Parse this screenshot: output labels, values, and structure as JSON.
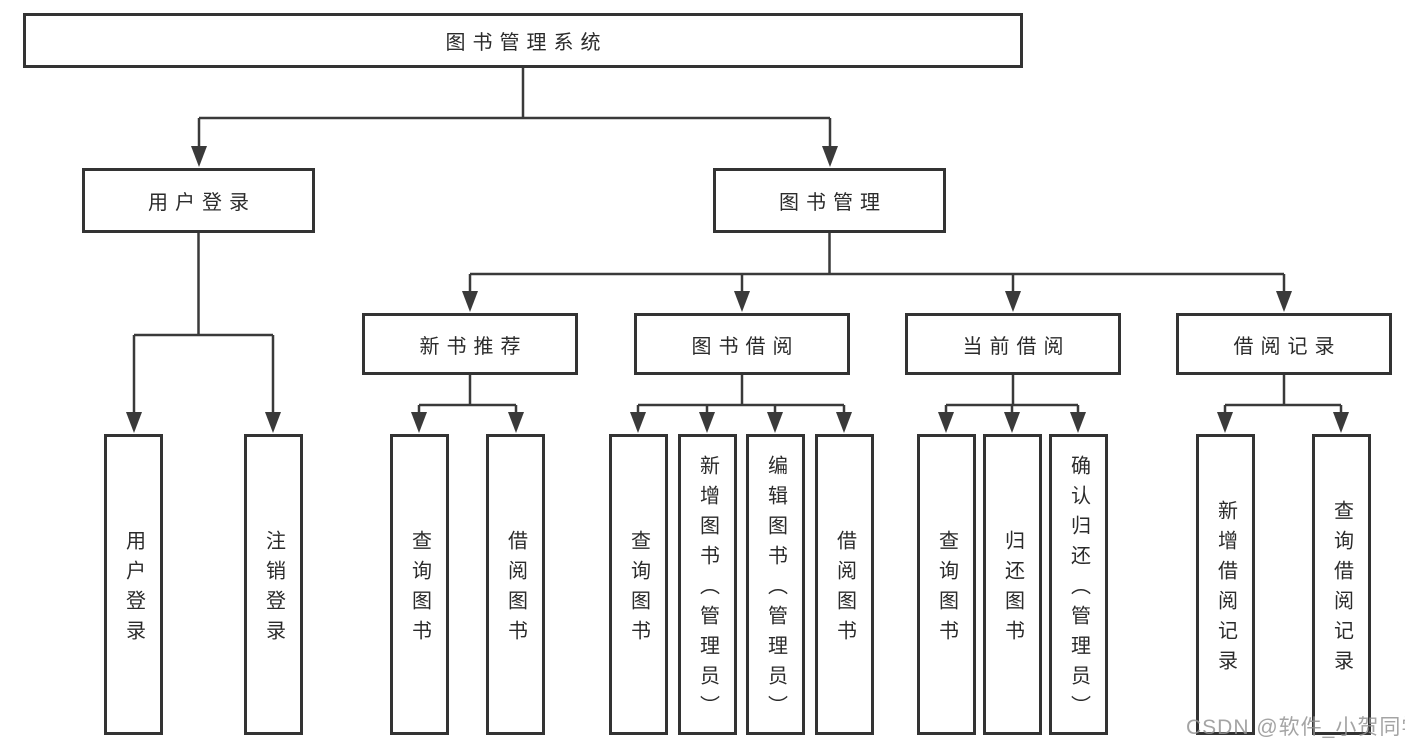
{
  "tree": {
    "label": "图书管理系统",
    "children": [
      {
        "label": "用户登录",
        "children": [
          {
            "label": "用户登录"
          },
          {
            "label": "注销登录"
          }
        ]
      },
      {
        "label": "图书管理",
        "children": [
          {
            "label": "新书推荐",
            "children": [
              {
                "label": "查询图书"
              },
              {
                "label": "借阅图书"
              }
            ]
          },
          {
            "label": "图书借阅",
            "children": [
              {
                "label": "查询图书"
              },
              {
                "label": "新增图书（管理员）"
              },
              {
                "label": "编辑图书（管理员）"
              },
              {
                "label": "借阅图书"
              }
            ]
          },
          {
            "label": "当前借阅",
            "children": [
              {
                "label": "查询图书"
              },
              {
                "label": "归还图书"
              },
              {
                "label": "确认归还（管理员）"
              }
            ]
          },
          {
            "label": "借阅记录",
            "children": [
              {
                "label": "新增借阅记录"
              },
              {
                "label": "查询借阅记录"
              }
            ]
          }
        ]
      }
    ]
  },
  "watermark": {
    "text": "CSDN @软件_小贺同学"
  },
  "colors": {
    "background": "#ffffff",
    "box_border": "#333333",
    "connector_line": "#3a3a3a",
    "text": "#2b2b2b",
    "watermark": "#949494"
  }
}
